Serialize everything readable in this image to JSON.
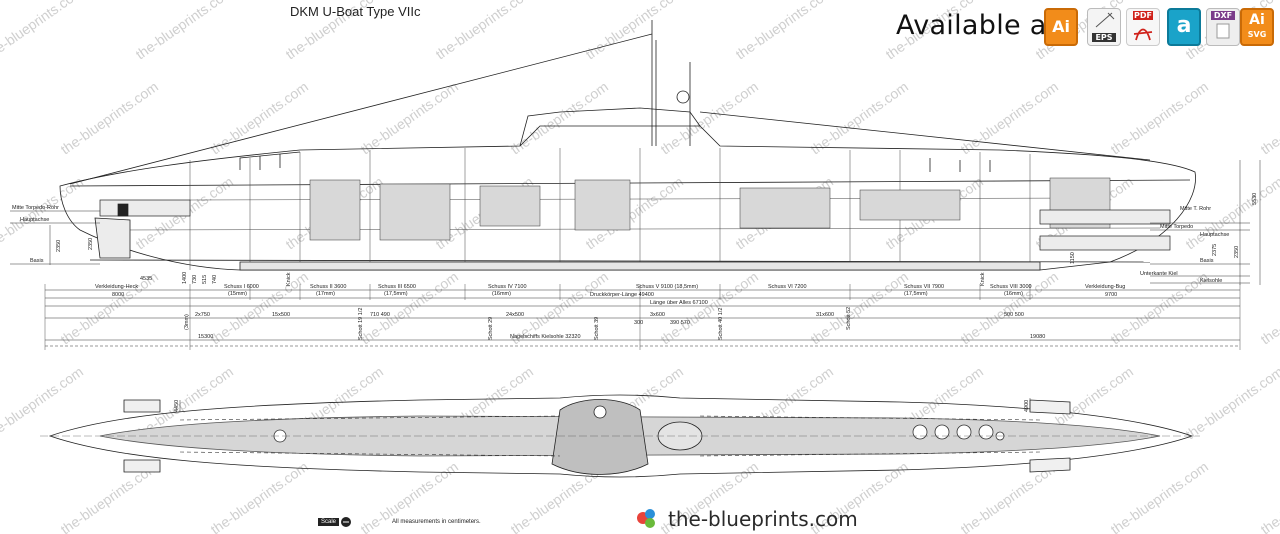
{
  "title": "DKM U-Boat Type VIIc",
  "header": {
    "available_label": "Available as",
    "formats": [
      {
        "id": "ai",
        "label": "Ai",
        "icon": "ai-file-icon"
      },
      {
        "id": "eps",
        "label": "EPS",
        "icon": "eps-file-icon"
      },
      {
        "id": "pdf",
        "label": "PDF",
        "icon": "pdf-file-icon"
      },
      {
        "id": "a",
        "label": "a",
        "icon": "autocad-icon"
      },
      {
        "id": "dxf",
        "label": "DXF",
        "icon": "dxf-file-icon"
      },
      {
        "id": "svg",
        "label": "SVG",
        "icon": "svg-file-icon"
      }
    ],
    "svg_badge_top": "Ai"
  },
  "watermark": "the-blueprints.com",
  "side_view": {
    "left_labels": [
      "Mitte Torpedo-Rohr",
      "Hauptachse",
      "Basis"
    ],
    "right_labels": [
      "Mitte T. Rohr",
      "Mitte Torpedo",
      "Hauptachse",
      "Basis",
      "Unterkante Kiel",
      "Kielsohle"
    ],
    "left_dims": [
      "2350",
      "2350"
    ],
    "right_dims": [
      "5530",
      "2375",
      "2350",
      "1150"
    ],
    "bottom_dims": [
      "730",
      "515",
      "740",
      "4535",
      "1400"
    ],
    "row1": [
      "Verkleidung-Heck",
      "8000",
      "Schuss I 6000",
      "Schuss II 3600",
      "Schuss III 6500",
      "Schuss IV 7100",
      "Schuss V 9100 (18,5mm)",
      "Schuss VI 7200",
      "Schuss VII 7900",
      "Schuss VIII 3000",
      "Verkleidung-Bug",
      "9700"
    ],
    "row1_sub": [
      "(15mm)",
      "(17mm)",
      "(17,5mm)",
      "(16mm)",
      "(17,5mm)",
      "(16mm)"
    ],
    "druck": "Druckkörper-Länge 49400",
    "lange": "Länge über Alles 67100",
    "row3": [
      "(3mm)",
      "2x750",
      "15x500",
      "710 490",
      "24x500",
      "300",
      "3x600",
      "390 570",
      "31x600",
      "500 500"
    ],
    "frames": [
      "Schott 19 1/2",
      "Schott 29",
      "Schott 39",
      "Schott 40 1/2",
      "Schott 52"
    ],
    "row4": [
      "15300",
      "Nagelschiffs Kielsohle 32320",
      "19080"
    ],
    "knick": "Knick"
  },
  "top_view": {
    "dims": [
      "4450",
      "4900"
    ]
  },
  "footer": {
    "scale_label": "Scale",
    "measurements": "All measurements in centimeters.",
    "brand": "the-blueprints.com"
  }
}
